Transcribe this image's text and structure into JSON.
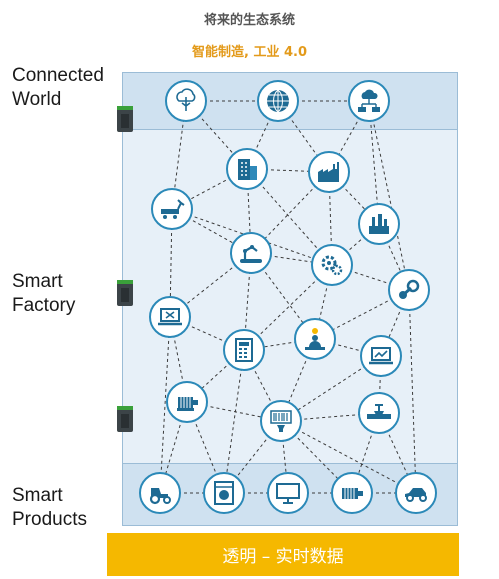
{
  "header": {
    "title": "将来的生态系统",
    "subtitle": "智能制造, 工业 4.0"
  },
  "tiers": {
    "top": [
      "Connected",
      "World"
    ],
    "middle": [
      "Smart",
      "Factory"
    ],
    "bottom": [
      "Smart",
      "Products"
    ]
  },
  "footer": {
    "label": "透明 – 实时数据"
  },
  "colors": {
    "node_border": "#2b89b8",
    "icon": "#1e6a93",
    "dash": "#3b3b3b",
    "footer_bg": "#f5b800",
    "subtitle": "#e39a1a"
  },
  "nodes": [
    {
      "id": "cloud-tree",
      "icon": "cloud-tree-icon"
    },
    {
      "id": "globe",
      "icon": "globe-icon"
    },
    {
      "id": "cloud-network",
      "icon": "cloud-network-icon"
    },
    {
      "id": "office-building",
      "icon": "office-building-icon"
    },
    {
      "id": "factory",
      "icon": "factory-icon"
    },
    {
      "id": "robot-line",
      "icon": "robot-line-icon"
    },
    {
      "id": "refinery",
      "icon": "refinery-icon"
    },
    {
      "id": "robot-arm-conveyor",
      "icon": "robot-arm-conveyor-icon"
    },
    {
      "id": "gears",
      "icon": "gears-icon"
    },
    {
      "id": "steam",
      "icon": "steam-icon"
    },
    {
      "id": "laptop-tools",
      "icon": "laptop-tools-icon"
    },
    {
      "id": "worker-idea",
      "icon": "worker-idea-icon"
    },
    {
      "id": "calculator",
      "icon": "calculator-icon"
    },
    {
      "id": "analytics-laptop",
      "icon": "analytics-laptop-icon"
    },
    {
      "id": "motor",
      "icon": "motor-icon"
    },
    {
      "id": "valve",
      "icon": "valve-icon"
    },
    {
      "id": "barcode-scanner",
      "icon": "barcode-scanner-icon"
    },
    {
      "id": "tractor",
      "icon": "tractor-icon"
    },
    {
      "id": "washing-machine",
      "icon": "washing-machine-icon"
    },
    {
      "id": "monitor",
      "icon": "monitor-icon"
    },
    {
      "id": "electric-motor",
      "icon": "electric-motor-icon"
    },
    {
      "id": "car",
      "icon": "car-icon"
    }
  ],
  "links": [
    [
      "cloud-tree",
      "globe"
    ],
    [
      "globe",
      "cloud-network"
    ],
    [
      "cloud-tree",
      "office-building"
    ],
    [
      "cloud-tree",
      "robot-line"
    ],
    [
      "globe",
      "office-building"
    ],
    [
      "globe",
      "factory"
    ],
    [
      "cloud-network",
      "factory"
    ],
    [
      "cloud-network",
      "refinery"
    ],
    [
      "cloud-network",
      "steam"
    ],
    [
      "office-building",
      "factory"
    ],
    [
      "office-building",
      "robot-line"
    ],
    [
      "office-building",
      "robot-arm-conveyor"
    ],
    [
      "office-building",
      "gears"
    ],
    [
      "factory",
      "refinery"
    ],
    [
      "factory",
      "gears"
    ],
    [
      "factory",
      "robot-arm-conveyor"
    ],
    [
      "robot-line",
      "robot-arm-conveyor"
    ],
    [
      "robot-line",
      "laptop-tools"
    ],
    [
      "robot-line",
      "gears"
    ],
    [
      "refinery",
      "gears"
    ],
    [
      "refinery",
      "steam"
    ],
    [
      "robot-arm-conveyor",
      "gears"
    ],
    [
      "robot-arm-conveyor",
      "laptop-tools"
    ],
    [
      "robot-arm-conveyor",
      "calculator"
    ],
    [
      "robot-arm-conveyor",
      "worker-idea"
    ],
    [
      "gears",
      "steam"
    ],
    [
      "gears",
      "worker-idea"
    ],
    [
      "gears",
      "calculator"
    ],
    [
      "steam",
      "analytics-laptop"
    ],
    [
      "steam",
      "worker-idea"
    ],
    [
      "laptop-tools",
      "calculator"
    ],
    [
      "laptop-tools",
      "motor"
    ],
    [
      "worker-idea",
      "calculator"
    ],
    [
      "worker-idea",
      "analytics-laptop"
    ],
    [
      "worker-idea",
      "barcode-scanner"
    ],
    [
      "calculator",
      "motor"
    ],
    [
      "calculator",
      "barcode-scanner"
    ],
    [
      "calculator",
      "washing-machine"
    ],
    [
      "analytics-laptop",
      "valve"
    ],
    [
      "analytics-laptop",
      "barcode-scanner"
    ],
    [
      "motor",
      "barcode-scanner"
    ],
    [
      "motor",
      "tractor"
    ],
    [
      "motor",
      "washing-machine"
    ],
    [
      "valve",
      "barcode-scanner"
    ],
    [
      "valve",
      "car"
    ],
    [
      "valve",
      "electric-motor"
    ],
    [
      "barcode-scanner",
      "monitor"
    ],
    [
      "barcode-scanner",
      "electric-motor"
    ],
    [
      "barcode-scanner",
      "washing-machine"
    ],
    [
      "barcode-scanner",
      "car"
    ],
    [
      "tractor",
      "washing-machine"
    ],
    [
      "washing-machine",
      "monitor"
    ],
    [
      "monitor",
      "electric-motor"
    ],
    [
      "electric-motor",
      "car"
    ],
    [
      "laptop-tools",
      "tractor"
    ],
    [
      "steam",
      "car"
    ]
  ]
}
